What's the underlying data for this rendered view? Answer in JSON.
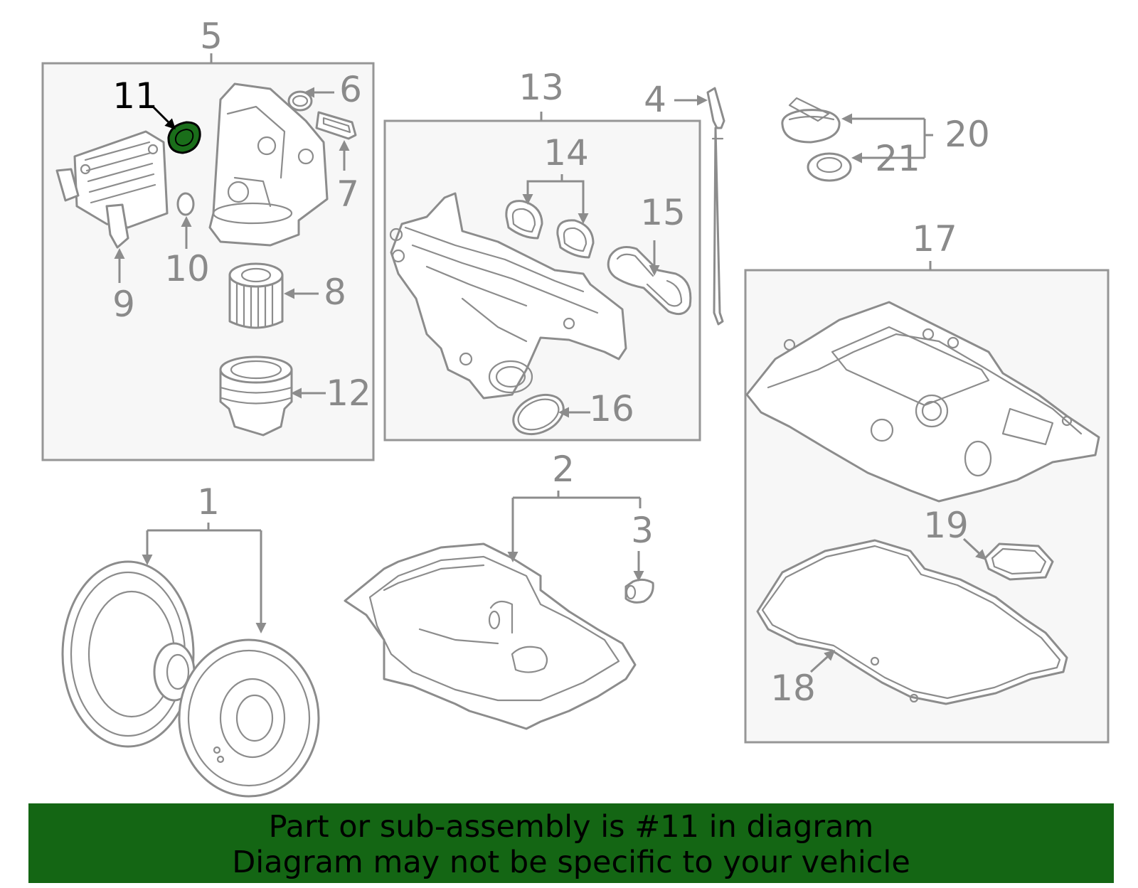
{
  "diagram": {
    "callouts": {
      "c1": "1",
      "c2": "2",
      "c3": "3",
      "c4": "4",
      "c5": "5",
      "c6": "6",
      "c7": "7",
      "c8": "8",
      "c9": "9",
      "c10": "10",
      "c11": "11",
      "c12": "12",
      "c13": "13",
      "c14": "14",
      "c15": "15",
      "c16": "16",
      "c17": "17",
      "c18": "18",
      "c19": "19",
      "c20": "20",
      "c21": "21"
    },
    "highlighted_part": "11",
    "highlight_color": "#1a6e1a"
  },
  "banner": {
    "line1": "Part or sub-assembly is #11 in diagram",
    "line2": "Diagram may not be specific to your vehicle",
    "background_color": "#146614"
  }
}
